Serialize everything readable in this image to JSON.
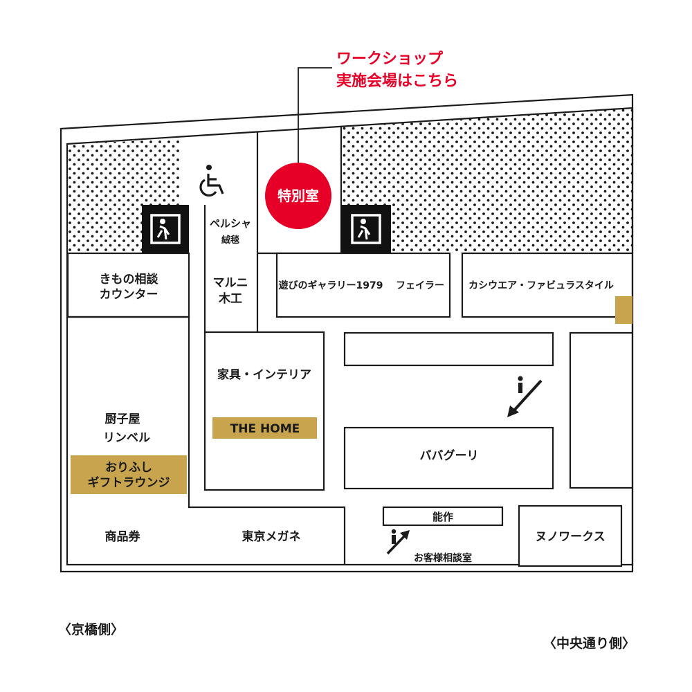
{
  "callout": {
    "line1": "ワークショップ",
    "line2": "実施会場はこちら"
  },
  "special_room": {
    "label": "特別室"
  },
  "shops": {
    "kimono_1": "きもの相談",
    "kimono_2": "カウンター",
    "perusha_1": "ペルシャ",
    "perusha_2": "絨毯",
    "maruni_1": "マルニ",
    "maruni_2": "木工",
    "asobi": "遊びのギャラリー1979",
    "feiler": "フェイラー",
    "kashiwa": "カシウエア・ファビュラスタイル",
    "kagu": "家具・インテリア",
    "the_home": "THE HOME",
    "zushiya_1": "厨子屋",
    "zushiya_2": "リンベル",
    "orifushi_1": "おりふし",
    "orifushi_2": "ギフトラウンジ",
    "babaguri": "ババグーリ",
    "shohinken": "商品券",
    "tokyo_megane": "東京メガネ",
    "nousaku": "能作",
    "okyakusama": "お客様相談室",
    "nunoworks": "ヌノワークス"
  },
  "directions": {
    "left": "〈京橋側〉",
    "right": "〈中央通り側〉"
  },
  "colors": {
    "accent_red": "#e60027",
    "gold": "#c8a44f",
    "exit_bg": "#111111"
  },
  "icons": [
    "wheelchair-icon",
    "emergency-exit-icon",
    "escalator-down-icon",
    "escalator-up-icon"
  ]
}
